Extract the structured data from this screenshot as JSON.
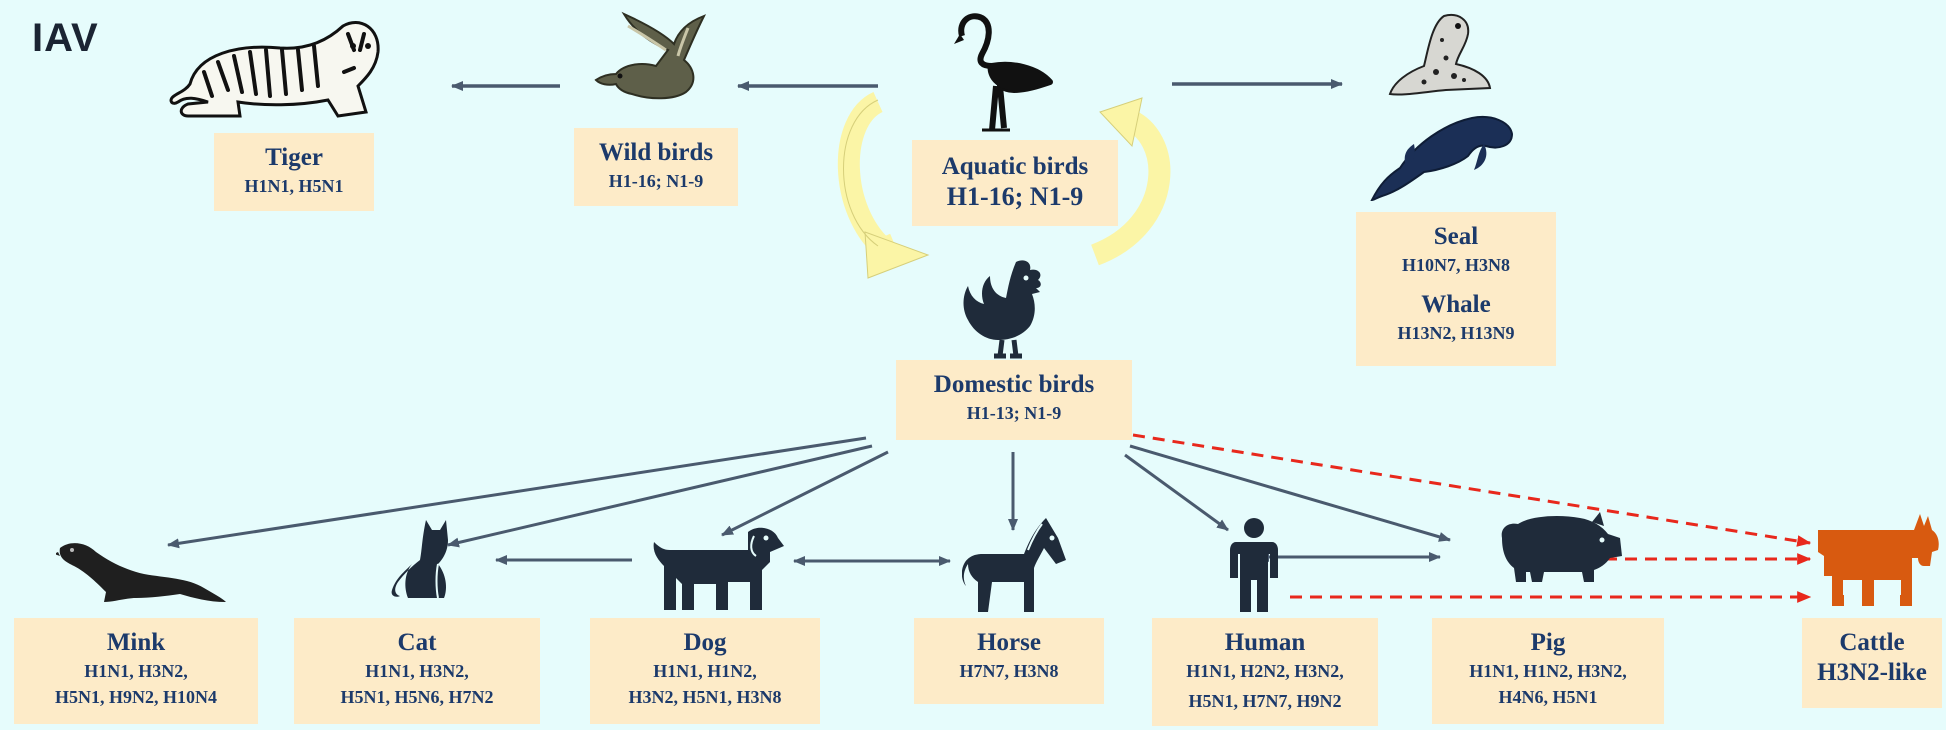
{
  "title": "IAV",
  "animals": {
    "tiger": {
      "name": "Tiger",
      "subtypes": [
        "H1N1, H5N1"
      ]
    },
    "wild": {
      "name": "Wild birds",
      "subtypes": [
        "H1-16; N1-9"
      ]
    },
    "aquatic": {
      "name": "Aquatic birds",
      "subtypes": [
        "H1-16; N1-9"
      ]
    },
    "seal": {
      "name": "Seal",
      "subtypes": [
        "H10N7, H3N8"
      ]
    },
    "whale": {
      "name": "Whale",
      "subtypes": [
        "H13N2, H13N9"
      ]
    },
    "domestic": {
      "name": "Domestic birds",
      "subtypes": [
        "H1-13; N1-9"
      ]
    },
    "mink": {
      "name": "Mink",
      "subtypes": [
        "H1N1, H3N2,",
        "H5N1, H9N2, H10N4"
      ]
    },
    "cat": {
      "name": "Cat",
      "subtypes": [
        "H1N1, H3N2,",
        "H5N1, H5N6, H7N2"
      ]
    },
    "dog": {
      "name": "Dog",
      "subtypes": [
        "H1N1, H1N2,",
        "H3N2, H5N1, H3N8"
      ]
    },
    "horse": {
      "name": "Horse",
      "subtypes": [
        "H7N7, H3N8"
      ]
    },
    "human": {
      "name": "Human",
      "subtypes": [
        "H1N1, H2N2, H3N2,",
        "H5N1, H7N7, H9N2"
      ]
    },
    "pig": {
      "name": "Pig",
      "subtypes": [
        "H1N1, H1N2, H3N2,",
        "H4N6, H5N1"
      ]
    },
    "cattle": {
      "name": "Cattle",
      "subtypes": [
        "H3N2-like"
      ]
    }
  },
  "colors": {
    "background": "#e6fcfc",
    "label_box": "#fdebc8",
    "label_text": "#1c3a6b",
    "arrow": "#4a5a6e",
    "dashed_arrow": "#e8281c",
    "cycle_arrow": "#fbf5a6",
    "silhouette": "#1f2b3a",
    "cattle": "#d85a10"
  },
  "icons": [
    "tiger-icon",
    "duck-icon",
    "flamingo-icon",
    "seal-icon",
    "whale-icon",
    "rooster-icon",
    "mink-icon",
    "cat-icon",
    "dog-icon",
    "horse-icon",
    "human-icon",
    "pig-icon",
    "cattle-icon"
  ]
}
